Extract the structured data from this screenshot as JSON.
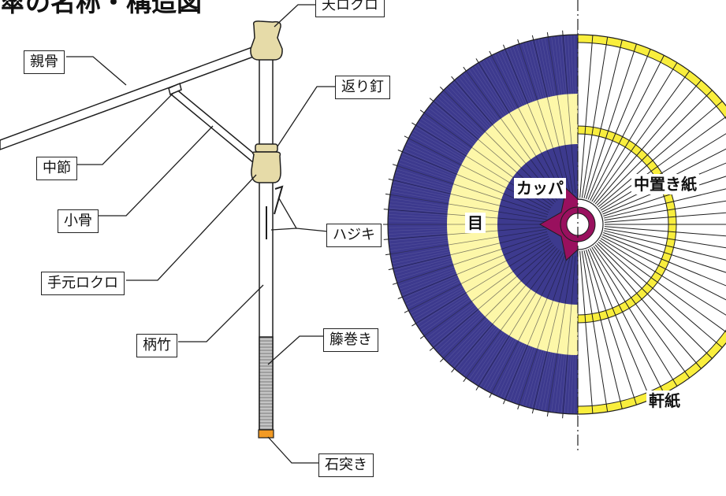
{
  "title": "傘の名称・構造図",
  "labels": {
    "oya_kuro": "天ロクロ",
    "oyabone": "親骨",
    "kaeri_kugi": "返り釘",
    "nakabushi": "中節",
    "kobone": "小骨",
    "temoto_rokuro": "手元ロクロ",
    "hajiki": "ハジキ",
    "etake": "柄竹",
    "tomaki": "籐巻き",
    "ishitsuki": "石突き",
    "kappa": "カッパ",
    "me": "目",
    "nakaoki": "中置き紙",
    "nokigami": "軒紙"
  },
  "colors": {
    "navy": "#3d3a8e",
    "cream": "#fdf7a6",
    "yellow": "#f9ee3d",
    "magenta": "#99105e",
    "wood": "#e6dba8",
    "orange": "#f29a24",
    "line": "#1e1e1e"
  }
}
